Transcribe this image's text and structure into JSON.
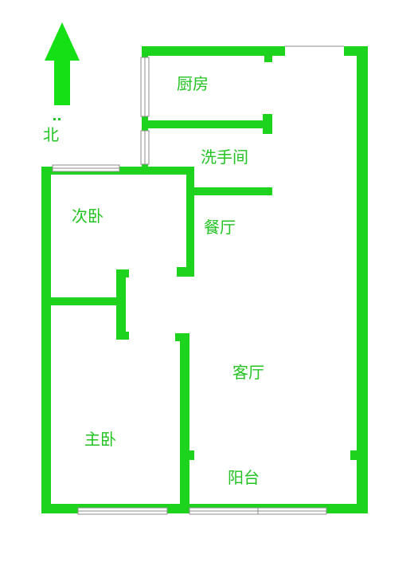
{
  "compass": {
    "label": "北",
    "arrow_icon": "north-arrow-icon"
  },
  "rooms": {
    "kitchen": "厨房",
    "bathroom": "洗手间",
    "second_bedroom": "次卧",
    "dining": "餐厅",
    "living": "客厅",
    "master_bedroom": "主卧",
    "balcony": "阳台"
  },
  "colors": {
    "wall": "#1dd31d",
    "label": "#22c322",
    "arrow": "#15e015",
    "window_frame": "#8c8c8c",
    "background": "#ffffff"
  }
}
